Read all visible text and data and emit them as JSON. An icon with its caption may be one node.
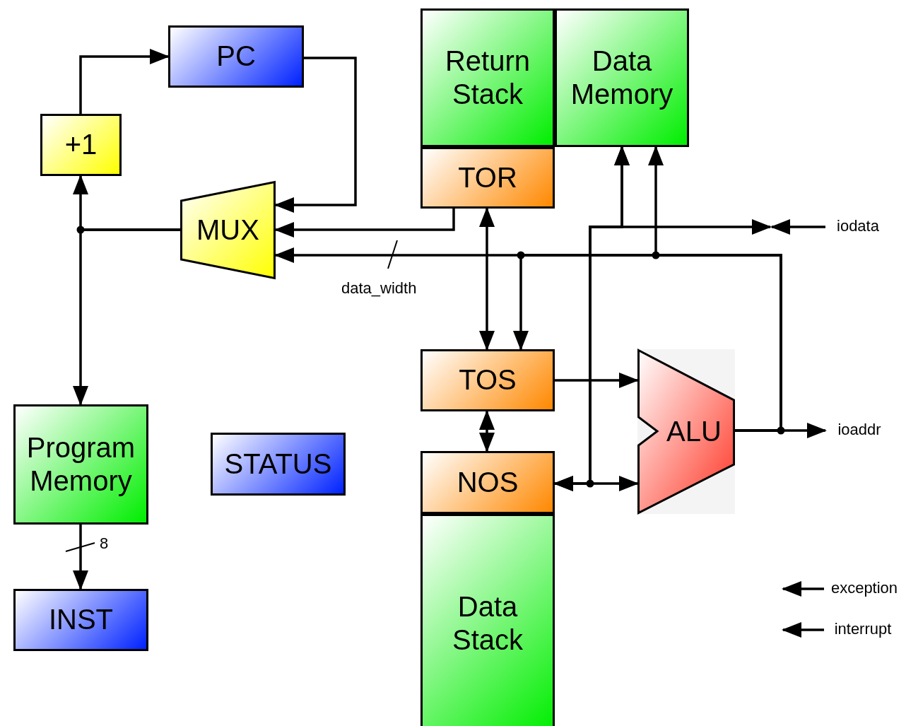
{
  "diagram": {
    "nodes": [
      {
        "text": [
          "PC"
        ]
      },
      {
        "text": [
          "+1"
        ]
      },
      {
        "text": [
          "MUX"
        ]
      },
      {
        "text": [
          "Return Stack"
        ]
      },
      {
        "text": [
          "Data Memory"
        ]
      },
      {
        "text": [
          "TOR"
        ]
      },
      {
        "text": [
          "TOS"
        ]
      },
      {
        "text": [
          "ALU"
        ]
      },
      {
        "text": [
          "Program Memory"
        ]
      },
      {
        "text": [
          "STATUS"
        ]
      },
      {
        "text": [
          "NOS"
        ]
      },
      {
        "text": [
          "Data Stack"
        ]
      },
      {
        "text": [
          "INST"
        ]
      },
      {
        "text": [
          "iodata"
        ]
      },
      {
        "text": [
          "ioaddr"
        ]
      },
      {
        "text": [
          "exception"
        ]
      },
      {
        "text": [
          "interrupt"
        ]
      }
    ],
    "edges": [
      {
        "from": 1,
        "to": 0,
        "arrow": "to"
      },
      {
        "from": 0,
        "to": 2,
        "arrow": "to"
      },
      {
        "from": 5,
        "to": 2,
        "arrow": "to"
      },
      {
        "from": 7,
        "to": 2,
        "arrow": "to",
        "label": "data_width"
      },
      {
        "from": 7,
        "to": 4,
        "arrow": "to"
      },
      {
        "from": 7,
        "to": 6,
        "arrow": "to"
      },
      {
        "from": 7,
        "to": 14,
        "arrow": "to"
      },
      {
        "from": 2,
        "to": 1,
        "arrow": "to"
      },
      {
        "from": 2,
        "to": 8,
        "arrow": "to"
      },
      {
        "from": 5,
        "to": 6,
        "arrow": "both"
      },
      {
        "from": 6,
        "to": 7,
        "arrow": "to"
      },
      {
        "from": 6,
        "to": 10,
        "arrow": "both"
      },
      {
        "from": 4,
        "to": 10,
        "arrow": "both"
      },
      {
        "from": 4,
        "to": 7,
        "arrow": "both"
      },
      {
        "from": 10,
        "to": null,
        "arrow": "both"
      },
      {
        "from": 13,
        "to": null,
        "arrow": "to"
      },
      {
        "from": 8,
        "to": 12,
        "arrow": "to",
        "label": "8"
      },
      {
        "from": 15,
        "to": null,
        "arrow": "to"
      },
      {
        "from": 16,
        "to": null,
        "arrow": "to"
      }
    ]
  }
}
